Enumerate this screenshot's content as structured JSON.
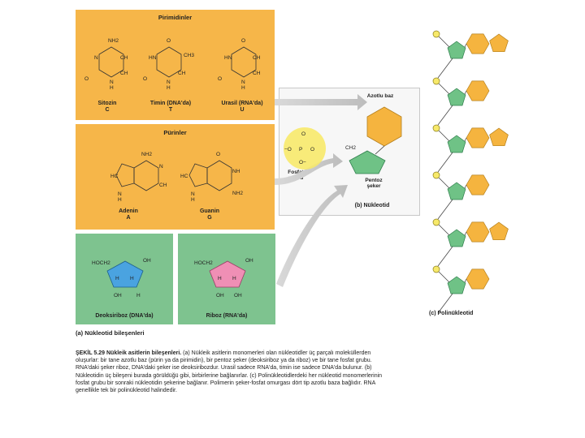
{
  "pyrimidines": {
    "title": "Pirimidinler",
    "items": [
      {
        "name": "Sitozin",
        "code": "C"
      },
      {
        "name": "Timin (DNA'da)",
        "code": "T"
      },
      {
        "name": "Urasil (RNA'da)",
        "code": "U"
      }
    ]
  },
  "purines": {
    "title": "Pürinler",
    "items": [
      {
        "name": "Adenin",
        "code": "A"
      },
      {
        "name": "Guanin",
        "code": "G"
      }
    ]
  },
  "sugars": {
    "deoxyribose": "Deoksiriboz (DNA'da)",
    "ribose": "Riboz (RNA'da)"
  },
  "nucleotide": {
    "base_label": "Azotlu baz",
    "phosphate_label": "Fosfat grubu",
    "sugar_label": "Pentoz şeker",
    "ch2": "CH2",
    "caption": "(b) Nükleotid"
  },
  "components_caption": "(a) Nükleotid bileşenleri",
  "polynucleotide_caption": "(c) Polinükleotid",
  "figure_caption": {
    "title": "ŞEKİL 5.29 Nükleik asitlerin bileşenleri.",
    "text_a": "(a) Nükleik asitlerin monomerleri olan nükleotidler üç parçalı moleküllerden oluşurlar: bir tane azotlu baz (pürin ya da pirimidin), bir pentoz şeker (deoksiriboz ya da riboz) ve bir tane fosfat grubu. RNA'daki şeker riboz, DNA'daki şeker ise deoksiribozdur. Urasil sadece RNA'da, timin ise sadece DNA'da bulunur.",
    "text_b": "(b) Nükleotidin üç bileşeni burada görüldüğü gibi, birbirlerine bağlanırlar.",
    "text_c": "(c) Polinükleotidlerdeki her nükleotid monomerlerinin fosfat grubu bir sonraki nükleotidin şekerine bağlanır. Polimerin şeker-fosfat omurgası dört tip azotlu baza bağlıdır. RNA genellikle tek bir polinükleotid halindedir."
  },
  "colors": {
    "orange_panel": "#f6b649",
    "green_panel": "#7ec38f",
    "base_hex": "#f5b43f",
    "sugar_pentagon": "#6fc286",
    "phosphate": "#f7e96a",
    "deoxy_sugar": "#4aa3e0",
    "ribose_sugar": "#ef8fb5"
  }
}
